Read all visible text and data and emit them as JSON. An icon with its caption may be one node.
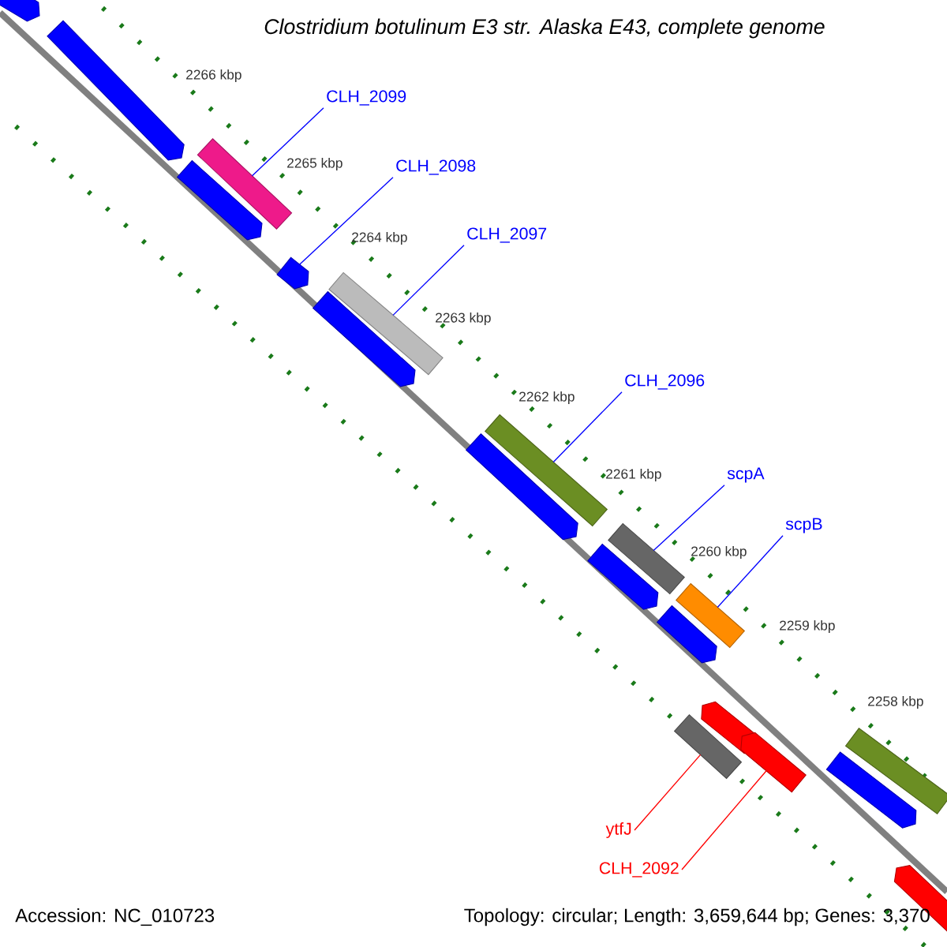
{
  "diagram": {
    "title": "Clostridium botulinum E3 str. Alaska E43, complete genome",
    "nodes": [
      {
        "text": [
          "CLH_2099"
        ]
      },
      {
        "text": [],
        "shape": "bar"
      },
      {
        "text": [
          "CLH_2098"
        ]
      },
      {
        "text": [],
        "shape": "bar"
      },
      {
        "text": [
          "CLH_2097"
        ]
      },
      {
        "text": [],
        "shape": "bar"
      },
      {
        "text": [
          "CLH_2096"
        ]
      },
      {
        "text": [],
        "shape": "bar"
      },
      {
        "text": [
          "scpA"
        ]
      },
      {
        "text": [],
        "shape": "bar"
      },
      {
        "text": [
          "scpB"
        ]
      },
      {
        "text": [],
        "shape": "bar"
      },
      {
        "text": [
          "ytfJ"
        ]
      },
      {
        "text": [],
        "shape": "bar"
      },
      {
        "text": [
          "CLH_2092"
        ]
      },
      {
        "text": [],
        "shape": "bar"
      }
    ],
    "edges": [
      {
        "from": 0,
        "to": 1,
        "arrow": "none"
      },
      {
        "from": 2,
        "to": 3,
        "arrow": "none"
      },
      {
        "from": 4,
        "to": 5,
        "arrow": "none"
      },
      {
        "from": 6,
        "to": 7,
        "arrow": "none"
      },
      {
        "from": 8,
        "to": 9,
        "arrow": "none"
      },
      {
        "from": 10,
        "to": 11,
        "arrow": "none"
      },
      {
        "from": 12,
        "to": 13,
        "arrow": "none",
        "color": "#ff0000"
      },
      {
        "from": 14,
        "to": 15,
        "arrow": "none",
        "color": "#ff0000"
      }
    ],
    "labels": [
      "2266 kbp",
      "2265 kbp",
      "2264 kbp",
      "2263 kbp",
      "2262 kbp",
      "2261 kbp",
      "2260 kbp",
      "2259 kbp",
      "2258 kbp",
      "Accession: NC_010723",
      "Topology: circular; Length: 3,659,644 bp; Genes: 3,370"
    ]
  }
}
